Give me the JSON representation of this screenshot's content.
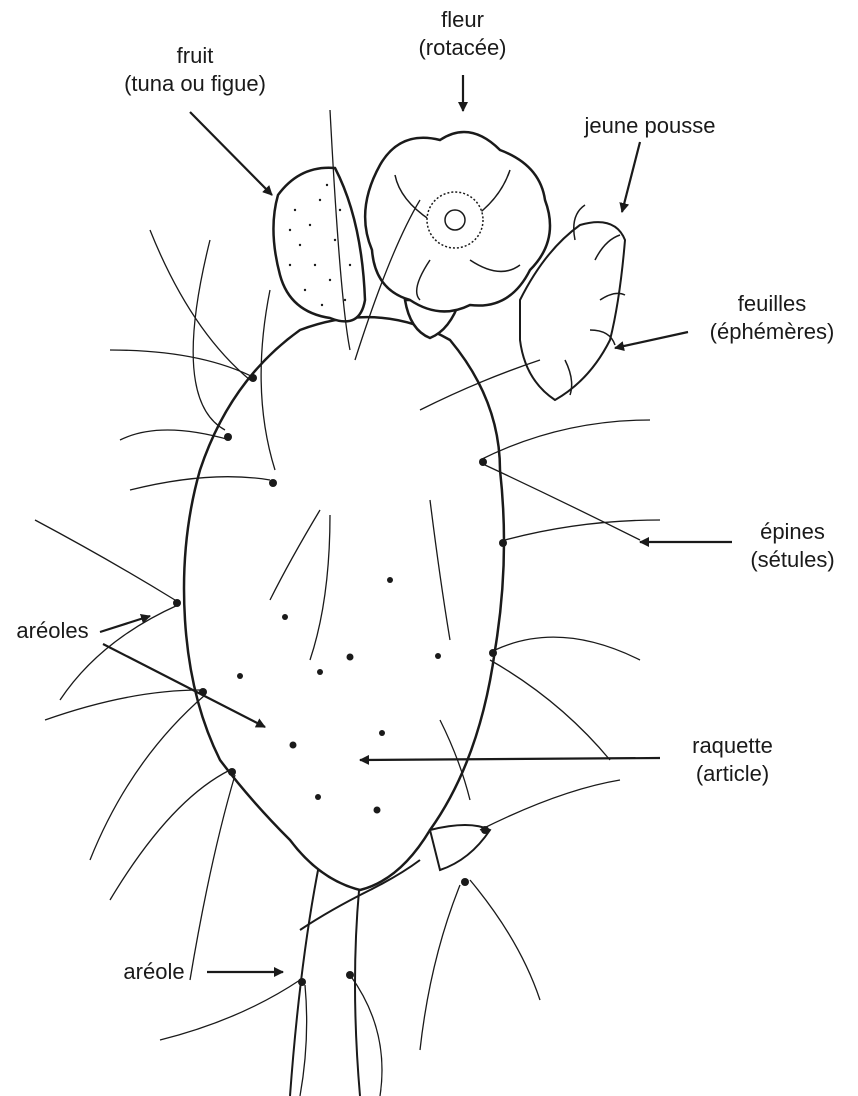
{
  "labels": {
    "fruit": {
      "line1": "fruit",
      "line2": "(tuna ou figue)"
    },
    "fleur": {
      "line1": "fleur",
      "line2": "(rotacée)"
    },
    "jeune_pousse": {
      "line1": "jeune pousse"
    },
    "feuilles": {
      "line1": "feuilles",
      "line2": "(éphémères)"
    },
    "epines": {
      "line1": "épines",
      "line2": "(sétules)"
    },
    "areoles": {
      "line1": "aréoles"
    },
    "raquette": {
      "line1": "raquette",
      "line2": "(article)"
    },
    "areole": {
      "line1": "aréole"
    }
  },
  "colors": {
    "ink": "#1a1a1a",
    "paper": "#ffffff"
  }
}
